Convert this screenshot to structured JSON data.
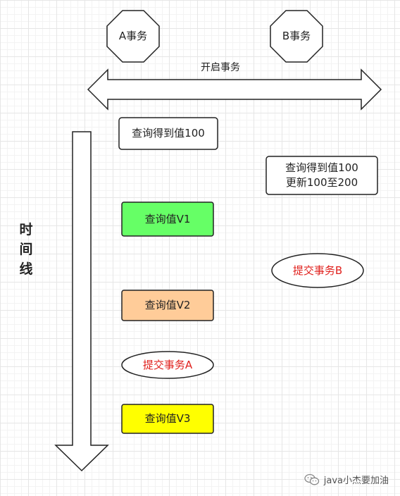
{
  "participants": {
    "a": "A事务",
    "b": "B事务"
  },
  "start_label": "开启事务",
  "timeline_label": "时\n间\n线",
  "steps": {
    "a_query_100": "查询得到值100",
    "b_query_line1": "查询得到值100",
    "b_query_line2": "更新100至200",
    "a_query_v1": "查询值V1",
    "b_commit": "提交事务B",
    "a_query_v2": "查询值V2",
    "a_commit": "提交事务A",
    "a_query_v3": "查询值V3"
  },
  "colors": {
    "v1": "#66ff66",
    "v2": "#ffcc99",
    "v3": "#ffff00",
    "commit_text": "#e0201c"
  },
  "watermark": {
    "icon": "wechat-icon",
    "text": "java小杰要加油"
  }
}
